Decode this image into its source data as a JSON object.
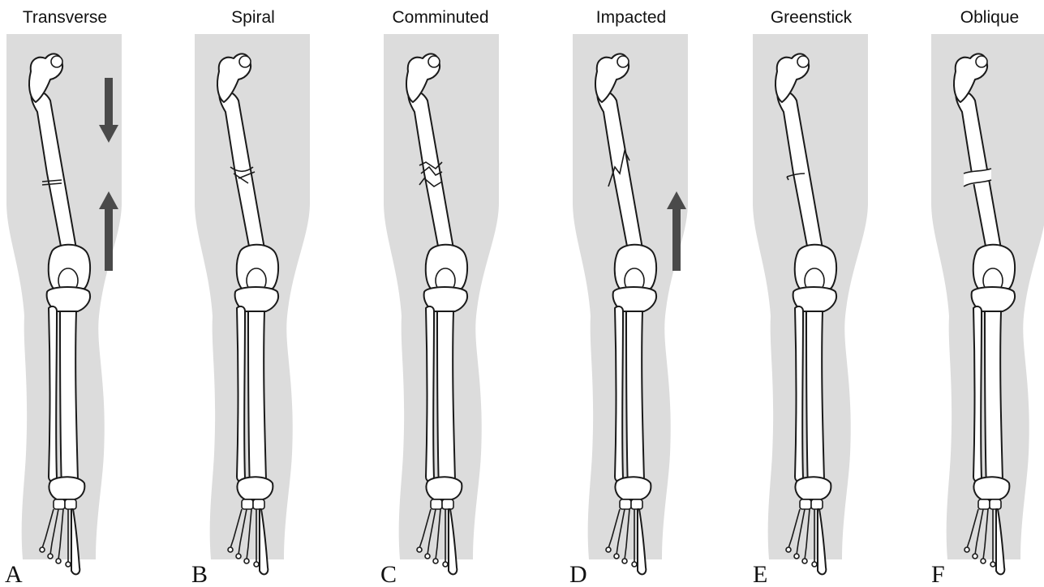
{
  "panels": [
    {
      "letter": "A",
      "title": "Transverse",
      "fracture": "transverse",
      "arrows": [
        "down",
        "up"
      ]
    },
    {
      "letter": "B",
      "title": "Spiral",
      "fracture": "spiral",
      "arrows": []
    },
    {
      "letter": "C",
      "title": "Comminuted",
      "fracture": "comminuted",
      "arrows": []
    },
    {
      "letter": "D",
      "title": "Impacted",
      "fracture": "impacted",
      "arrows": [
        "up"
      ]
    },
    {
      "letter": "E",
      "title": "Greenstick",
      "fracture": "greenstick",
      "arrows": []
    },
    {
      "letter": "F",
      "title": "Oblique",
      "fracture": "oblique",
      "arrows": []
    }
  ],
  "colors": {
    "silhouette": "#dcdcdc",
    "arrow": "#4a4a4a",
    "bone_fill": "#ffffff",
    "outline": "#1a1a1a"
  }
}
